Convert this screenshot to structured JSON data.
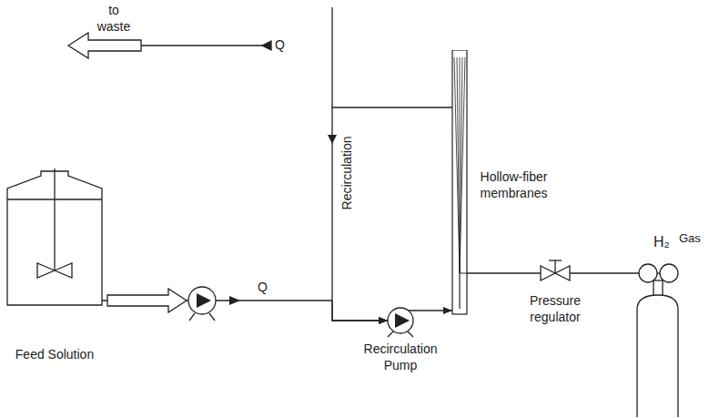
{
  "diagram": {
    "nodes": [
      {
        "text": [
          "Feed Solution"
        ]
      },
      {
        "text": [
          "Recirculation Pump"
        ]
      },
      {
        "text": [
          "Hollow-fiber membranes"
        ]
      },
      {
        "text": [
          "Pressure regulator"
        ]
      },
      {
        "text": [
          "H₂",
          "Gas"
        ]
      }
    ],
    "edges": [
      {
        "from": 0,
        "to": 1,
        "arrow": "to"
      },
      {
        "from": 2,
        "to": 1,
        "arrow": "to"
      },
      {
        "from": 1,
        "to": 2,
        "arrow": "to"
      },
      {
        "from": 4,
        "to": 3,
        "arrow": "none"
      },
      {
        "from": 3,
        "to": 2,
        "arrow": "none"
      }
    ],
    "labels": [
      "to waste",
      "Q",
      "Q",
      "Recirculation"
    ]
  }
}
